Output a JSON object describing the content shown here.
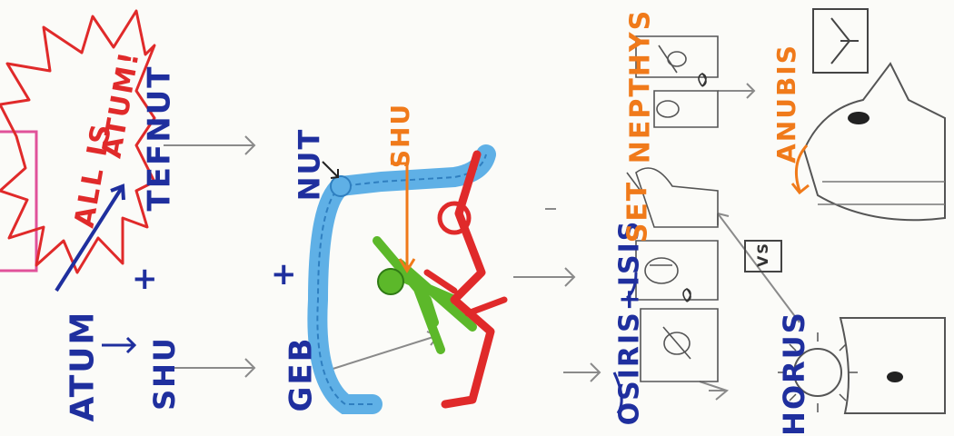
{
  "labels": {
    "atum": "ATUM",
    "all_is_atum_line1": "ALL IS",
    "all_is_atum_line2": "ATUM!",
    "plus1": "+",
    "shu": "SHU",
    "tefnut": "TEFNUT",
    "geb": "GEB",
    "plus2": "+",
    "nut": "NUT",
    "shu_figure": "SHU",
    "osiris_isis": "OSIRIS+ISIS",
    "set": "SET",
    "nepthys": "NEPTHYS",
    "anubis": "ANUBIS",
    "horus": "HORUS",
    "fight_sign": "VS"
  },
  "colors": {
    "ink_blue": "#1f2f9e",
    "orange": "#f07a1a",
    "red": "#e02a2a",
    "green": "#5cb82a",
    "sky_blue": "#5fb0e6",
    "pencil_gray": "#8a8a8a",
    "magenta": "#e0529a"
  },
  "icons": {
    "sun": "sun-icon",
    "heart": "heart-icon",
    "scales": "scales-icon"
  }
}
